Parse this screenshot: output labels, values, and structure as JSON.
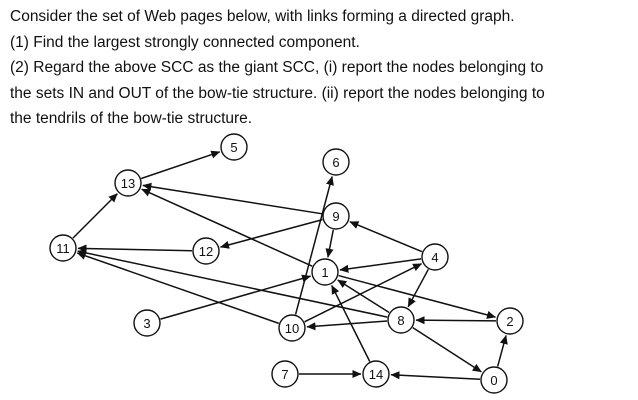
{
  "question": {
    "lines": [
      "Consider the set of Web pages below, with links forming a directed graph.",
      "(1) Find the largest strongly connected component.",
      "(2) Regard the above SCC as the giant SCC, (i) report the nodes belonging to",
      "the sets IN and OUT of the bow-tie structure. (ii) report the nodes belonging to",
      "the tendrils of the bow-tie structure."
    ]
  },
  "graph": {
    "nodes": [
      {
        "id": "0",
        "label": "0"
      },
      {
        "id": "1",
        "label": "1"
      },
      {
        "id": "2",
        "label": "2"
      },
      {
        "id": "3",
        "label": "3"
      },
      {
        "id": "4",
        "label": "4"
      },
      {
        "id": "5",
        "label": "5"
      },
      {
        "id": "6",
        "label": "6"
      },
      {
        "id": "7",
        "label": "7"
      },
      {
        "id": "8",
        "label": "8"
      },
      {
        "id": "9",
        "label": "9"
      },
      {
        "id": "10",
        "label": "10"
      },
      {
        "id": "11",
        "label": "11"
      },
      {
        "id": "12",
        "label": "12"
      },
      {
        "id": "13",
        "label": "13"
      },
      {
        "id": "14",
        "label": "14"
      }
    ],
    "edges": [
      {
        "from": "13",
        "to": "5"
      },
      {
        "from": "11",
        "to": "13"
      },
      {
        "from": "10",
        "to": "6"
      },
      {
        "from": "9",
        "to": "13"
      },
      {
        "from": "9",
        "to": "12"
      },
      {
        "from": "9",
        "to": "1"
      },
      {
        "from": "4",
        "to": "9"
      },
      {
        "from": "12",
        "to": "11"
      },
      {
        "from": "1",
        "to": "13"
      },
      {
        "from": "8",
        "to": "11"
      },
      {
        "from": "10",
        "to": "11"
      },
      {
        "from": "4",
        "to": "1"
      },
      {
        "from": "4",
        "to": "8"
      },
      {
        "from": "3",
        "to": "1"
      },
      {
        "from": "10",
        "to": "4"
      },
      {
        "from": "8",
        "to": "1"
      },
      {
        "from": "1",
        "to": "2"
      },
      {
        "from": "2",
        "to": "8"
      },
      {
        "from": "8",
        "to": "10"
      },
      {
        "from": "8",
        "to": "0"
      },
      {
        "from": "0",
        "to": "2"
      },
      {
        "from": "14",
        "to": "1"
      },
      {
        "from": "7",
        "to": "14"
      },
      {
        "from": "0",
        "to": "14"
      }
    ]
  }
}
